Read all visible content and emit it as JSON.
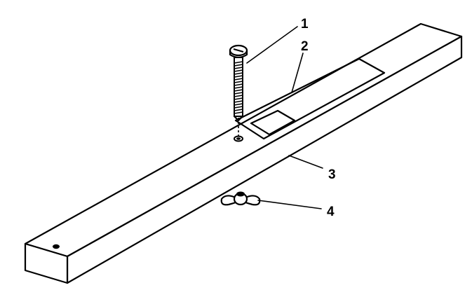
{
  "figure": {
    "callouts": [
      {
        "number": "1",
        "part": "screw"
      },
      {
        "number": "2",
        "part": "label-plate"
      },
      {
        "number": "3",
        "part": "bar"
      },
      {
        "number": "4",
        "part": "wing-nut"
      }
    ]
  }
}
